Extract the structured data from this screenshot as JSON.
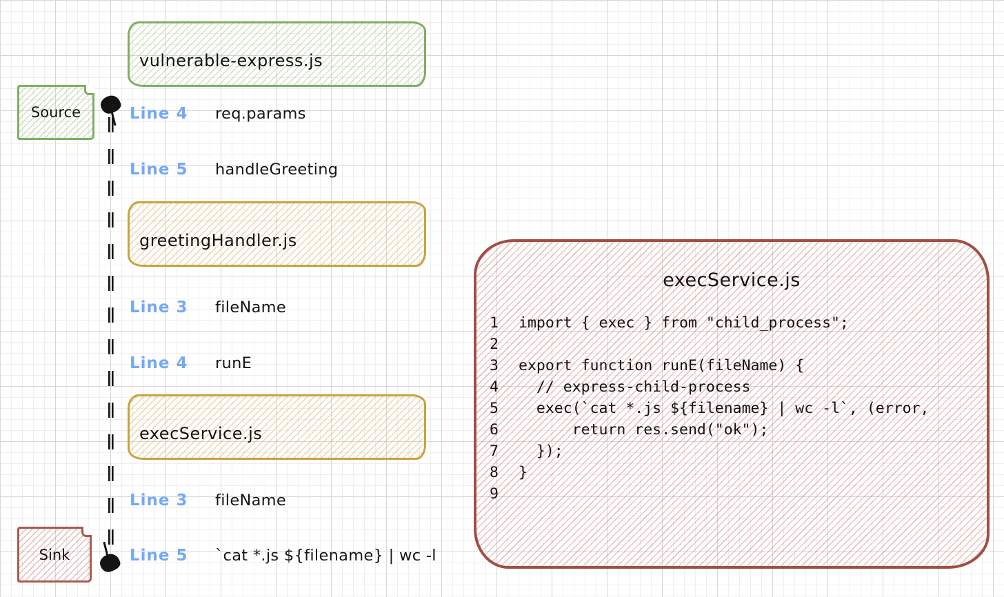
{
  "diagram": {
    "kind": "taint-flow trace (source to sink)",
    "colors": {
      "green_accent": "#7fae63",
      "yellow_accent": "#c9a23c",
      "red_accent": "#a14f44",
      "blue_label": "#74a9f7",
      "ink": "#141414"
    },
    "file_boxes": [
      {
        "label": "vulnerable-express.js",
        "color": "green"
      },
      {
        "label": "greetingHandler.js",
        "color": "yellow"
      },
      {
        "label": "execService.js",
        "color": "yellow"
      }
    ],
    "source_note": {
      "label": "Source"
    },
    "sink_note": {
      "label": "Sink"
    },
    "flow_steps": [
      {
        "line": "Line 4",
        "value": "req.params"
      },
      {
        "line": "Line 5",
        "value": "handleGreeting"
      },
      {
        "line": "Line 3",
        "value": "fileName"
      },
      {
        "line": "Line 4",
        "value": "runE"
      },
      {
        "line": "Line 3",
        "value": "fileName"
      },
      {
        "line": "Line 5",
        "value": "`cat *.js ${filename} | wc -l"
      }
    ],
    "code_panel": {
      "title": "execService.js",
      "lines": [
        {
          "num": "1",
          "code": "import { exec } from \"child_process\";"
        },
        {
          "num": "2",
          "code": ""
        },
        {
          "num": "3",
          "code": "export function runE(fileName) {"
        },
        {
          "num": "4",
          "code": "  // express-child-process"
        },
        {
          "num": "5",
          "code": "  exec(`cat *.js ${filename} | wc -l`, (error,"
        },
        {
          "num": "6",
          "code": "      return res.send(\"ok\");"
        },
        {
          "num": "7",
          "code": "  });"
        },
        {
          "num": "8",
          "code": "}"
        },
        {
          "num": "9",
          "code": ""
        }
      ]
    }
  }
}
